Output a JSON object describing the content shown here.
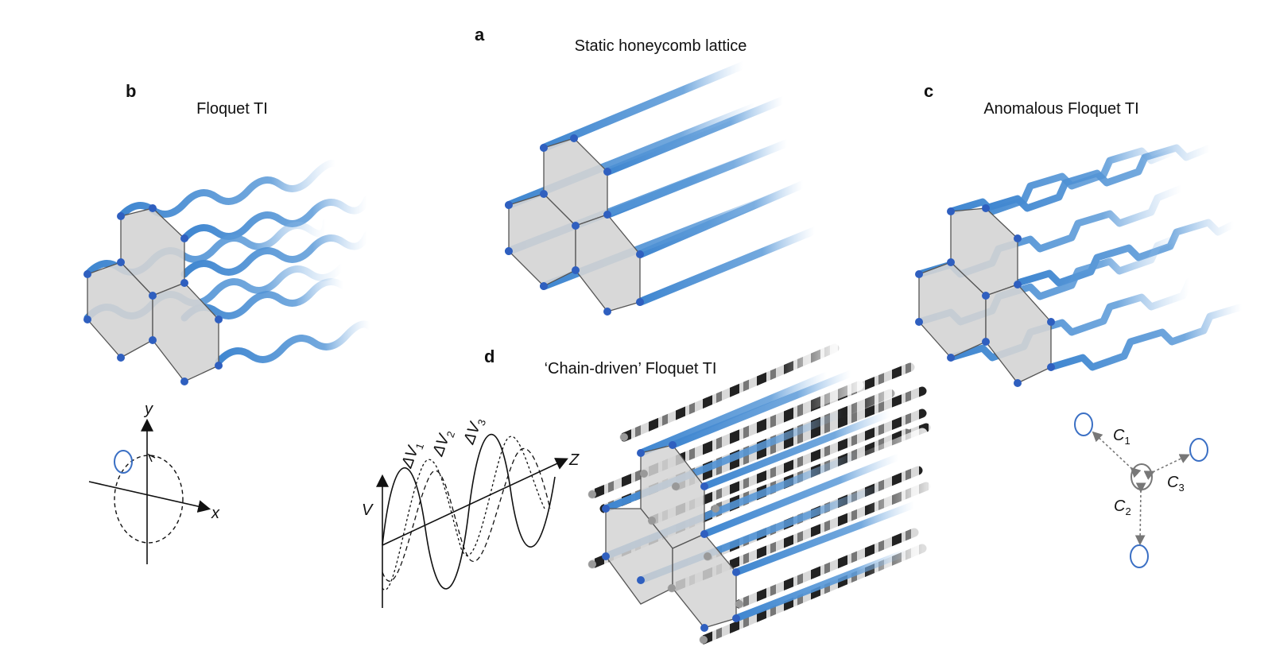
{
  "panels": {
    "a": {
      "label": "a",
      "title": "Static honeycomb lattice"
    },
    "b": {
      "label": "b",
      "title": "Floquet TI"
    },
    "c": {
      "label": "c",
      "title": "Anomalous Floquet TI"
    },
    "d": {
      "label": "d",
      "title": "‘Chain-driven’ Floquet TI"
    }
  },
  "axes_b": {
    "x": "x",
    "y": "y"
  },
  "axes_d": {
    "v": "V",
    "z": "Z",
    "dv": [
      "ΔV",
      "ΔV",
      "ΔV"
    ],
    "dv_sub": [
      "1",
      "2",
      "3"
    ]
  },
  "couplings_c": {
    "c": [
      "C",
      "C",
      "C"
    ],
    "sub": [
      "1",
      "2",
      "3"
    ]
  },
  "colors": {
    "waveguide": "#3f86d0",
    "lattice_fill": "#d4d4d4",
    "node": "#2f5fbf",
    "ring": "#3a6fc4",
    "gray_rod": "#555555"
  }
}
